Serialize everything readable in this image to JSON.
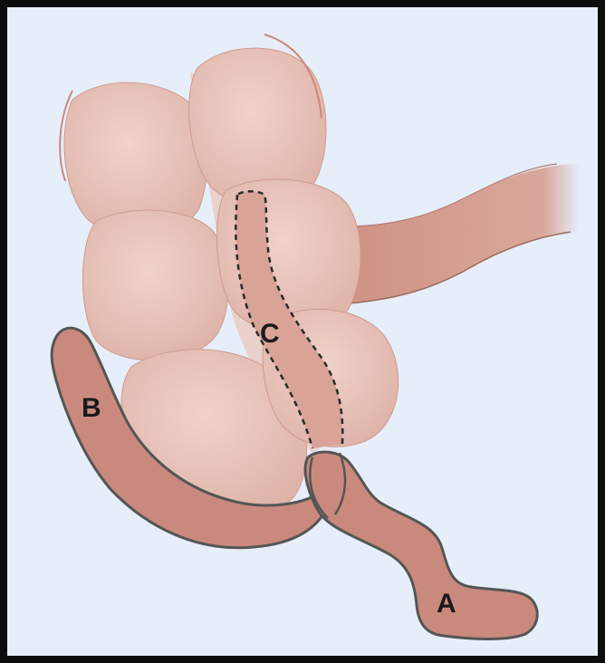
{
  "figure": {
    "labels": {
      "a": "A",
      "b": "B",
      "c": "C"
    }
  },
  "colors": {
    "background": "#e6eef9",
    "frame": "#0d0d0d",
    "lobe_fill": "#e5c1b8",
    "lobe_highlight": "#efd6cf",
    "lobe_edge": "#c9968a",
    "tube_fill": "#c98a7d",
    "tube_outline": "#555555",
    "channel_fill": "#d49f93"
  }
}
